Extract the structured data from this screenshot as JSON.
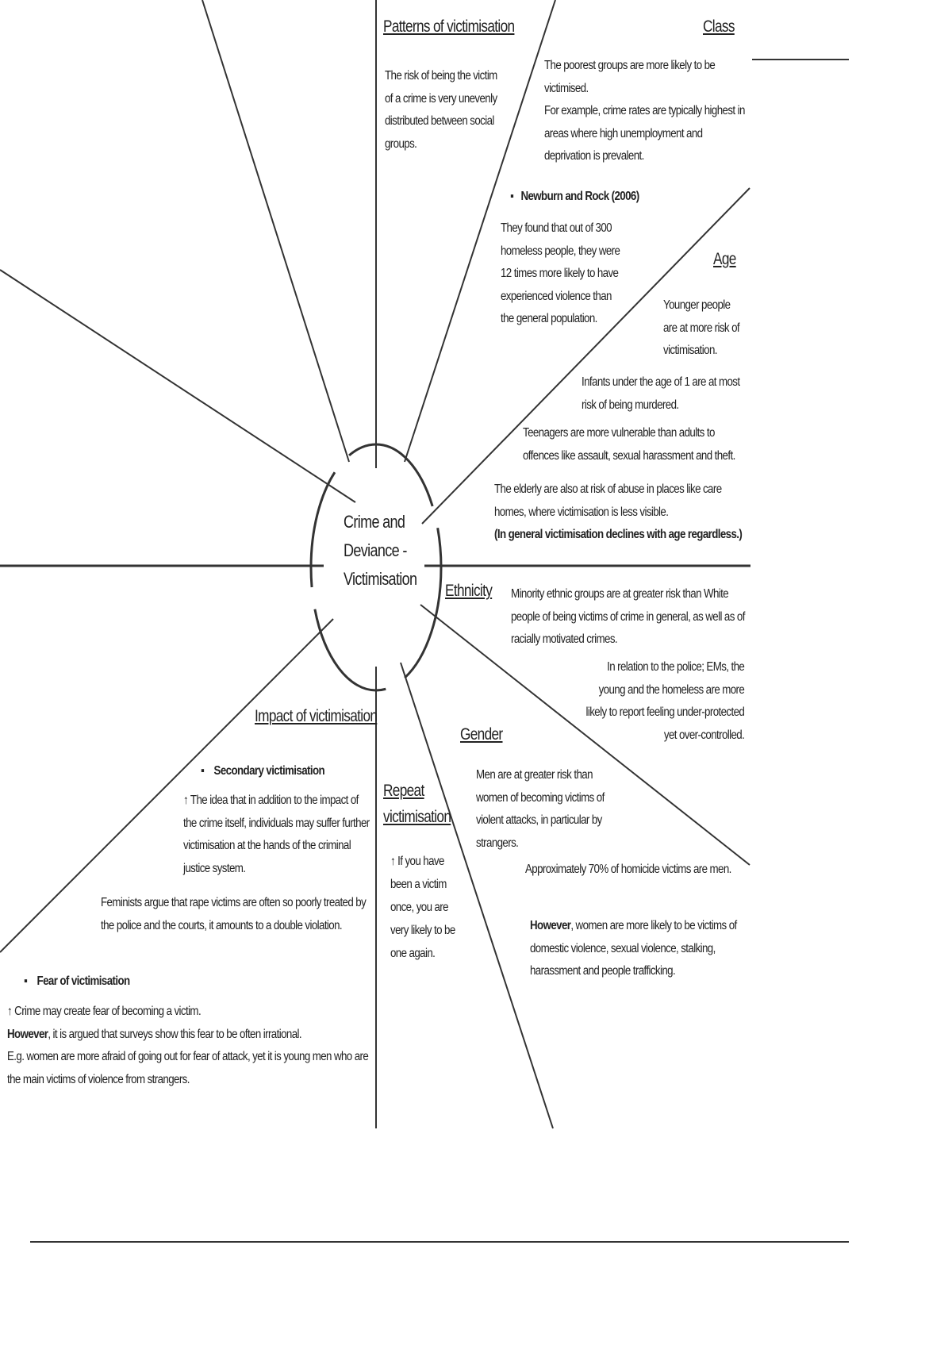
{
  "center": {
    "line1": "Crime and",
    "line2": "Deviance -",
    "line3": "Victimisation"
  },
  "patterns": {
    "heading": "Patterns of victimisation",
    "lines": [
      "The risk of being the victim",
      "of a crime is very unevenly",
      "distributed between social",
      "groups."
    ]
  },
  "class": {
    "heading": "Class",
    "lines": [
      "The poorest groups are more likely to be",
      "victimised.",
      "For example, crime rates are typically highest in",
      "areas where high unemployment and",
      "deprivation is prevalent."
    ],
    "study_bullet": "▪",
    "study": "Newburn and Rock (2006)",
    "study_lines": [
      "They found that out of 300",
      "homeless people, they were",
      "12 times more likely to have",
      "experienced violence than",
      "the general population."
    ]
  },
  "age": {
    "heading": "Age",
    "intro": [
      "Younger people",
      "are at more risk of",
      "victimisation."
    ],
    "infants": [
      "Infants under the age of 1 are at most",
      "risk of being murdered."
    ],
    "teen": [
      "Teenagers are more vulnerable than adults to",
      "offences like assault, sexual harassment and theft."
    ],
    "elderly": [
      "The elderly are also at risk of abuse in places like care",
      "homes, where victimisation is less visible."
    ],
    "conclusion": "(In general victimisation declines with age regardless.)"
  },
  "ethnicity": {
    "heading": "Ethnicity",
    "lines": [
      "Minority ethnic groups are at greater risk than White",
      "people of being victims of crime in general, as well as of",
      "racially motivated crimes."
    ],
    "police": [
      "In relation to the police; EMs, the",
      "young and the homeless are more",
      "likely to report feeling under-protected",
      "yet over-controlled."
    ]
  },
  "gender": {
    "heading": "Gender",
    "lines": [
      "Men are at greater risk than",
      "women of becoming victims of",
      "violent attacks, in particular by",
      "strangers."
    ],
    "homicide": "Approximately 70% of homicide victims are men.",
    "however_bold": "However",
    "however": [
      ", women are more likely to be victims of",
      "domestic violence, sexual violence, stalking,",
      "harassment and people trafficking."
    ]
  },
  "repeat": {
    "heading1": "Repeat",
    "heading2": "victimisation",
    "lines": [
      "↑ If you have",
      "been a victim",
      "once, you are",
      "very likely to be",
      "one again."
    ]
  },
  "impact": {
    "heading": "Impact of victimisation",
    "bullet": "▪",
    "secondary": "Secondary victimisation",
    "secondary_lines": [
      "↑ The idea that in addition to the impact of",
      "the crime itself, individuals may suffer further",
      "victimisation at the hands of the criminal",
      "justice system."
    ],
    "feminists": [
      "Feminists argue that rape victims are often so poorly treated by",
      "the police and the courts, it amounts to a double violation."
    ]
  },
  "fear": {
    "bullet": "▪",
    "heading": "Fear of victimisation",
    "line1": "↑ Crime may create fear of becoming a victim.",
    "however_bold": "However",
    "line2": ", it is argued that surveys show this fear to be often irrational.",
    "lines": [
      "E.g. women are more afraid of going out for fear of attack, yet it is young men who are",
      "the main victims of violence from strangers."
    ]
  }
}
